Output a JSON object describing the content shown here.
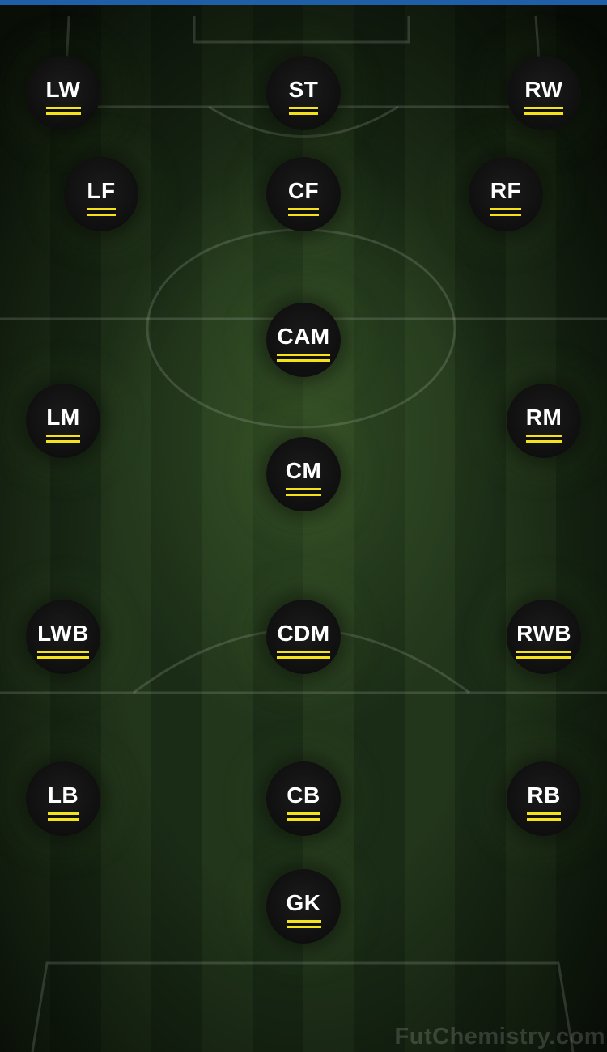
{
  "positions": {
    "lw": "LW",
    "st": "ST",
    "rw": "RW",
    "lf": "LF",
    "cf": "CF",
    "rf": "RF",
    "cam": "CAM",
    "lm": "LM",
    "rm": "RM",
    "cm": "CM",
    "lwb": "LWB",
    "cdm": "CDM",
    "rwb": "RWB",
    "lb": "LB",
    "cb": "CB",
    "rb": "RB",
    "gk": "GK"
  },
  "watermark": "FutChemistry.com",
  "colors": {
    "label_underline": "#f4e21b",
    "top_bar": "#1f5fa8",
    "circle_fill": "#121212"
  }
}
